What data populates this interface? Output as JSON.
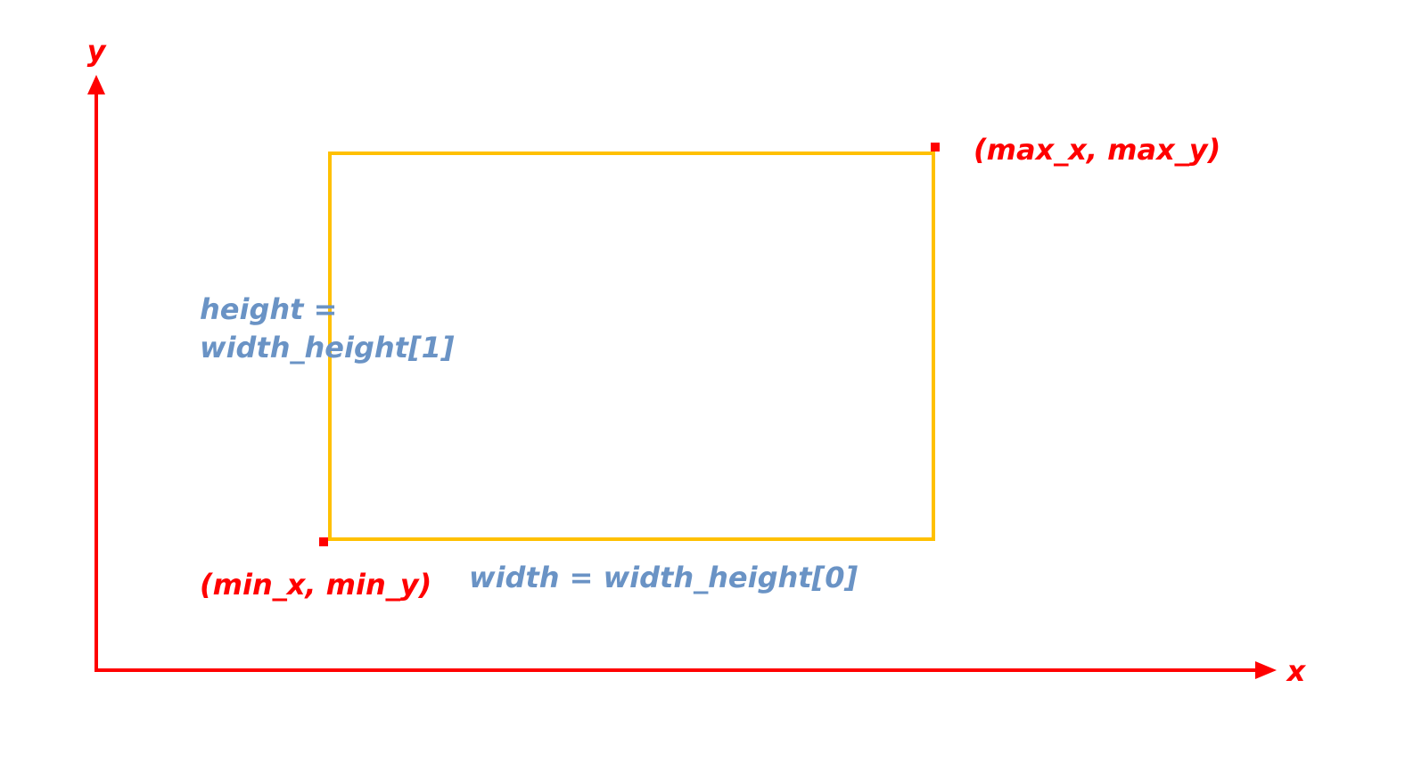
{
  "axes": {
    "x_label": "x",
    "y_label": "y"
  },
  "points": {
    "max_label": "(max_x, max_y)",
    "min_label": "(min_x, min_y)"
  },
  "dimensions": {
    "height_label_line1": "height =",
    "height_label_line2": "width_height[1]",
    "width_label": "width = width_height[0]"
  },
  "colors": {
    "axis": "#ff0000",
    "rectangle": "#ffc000",
    "point": "#ff0000",
    "point_label": "#ff0000",
    "dimension_label": "#6a93c5",
    "background": "#ffffff"
  }
}
